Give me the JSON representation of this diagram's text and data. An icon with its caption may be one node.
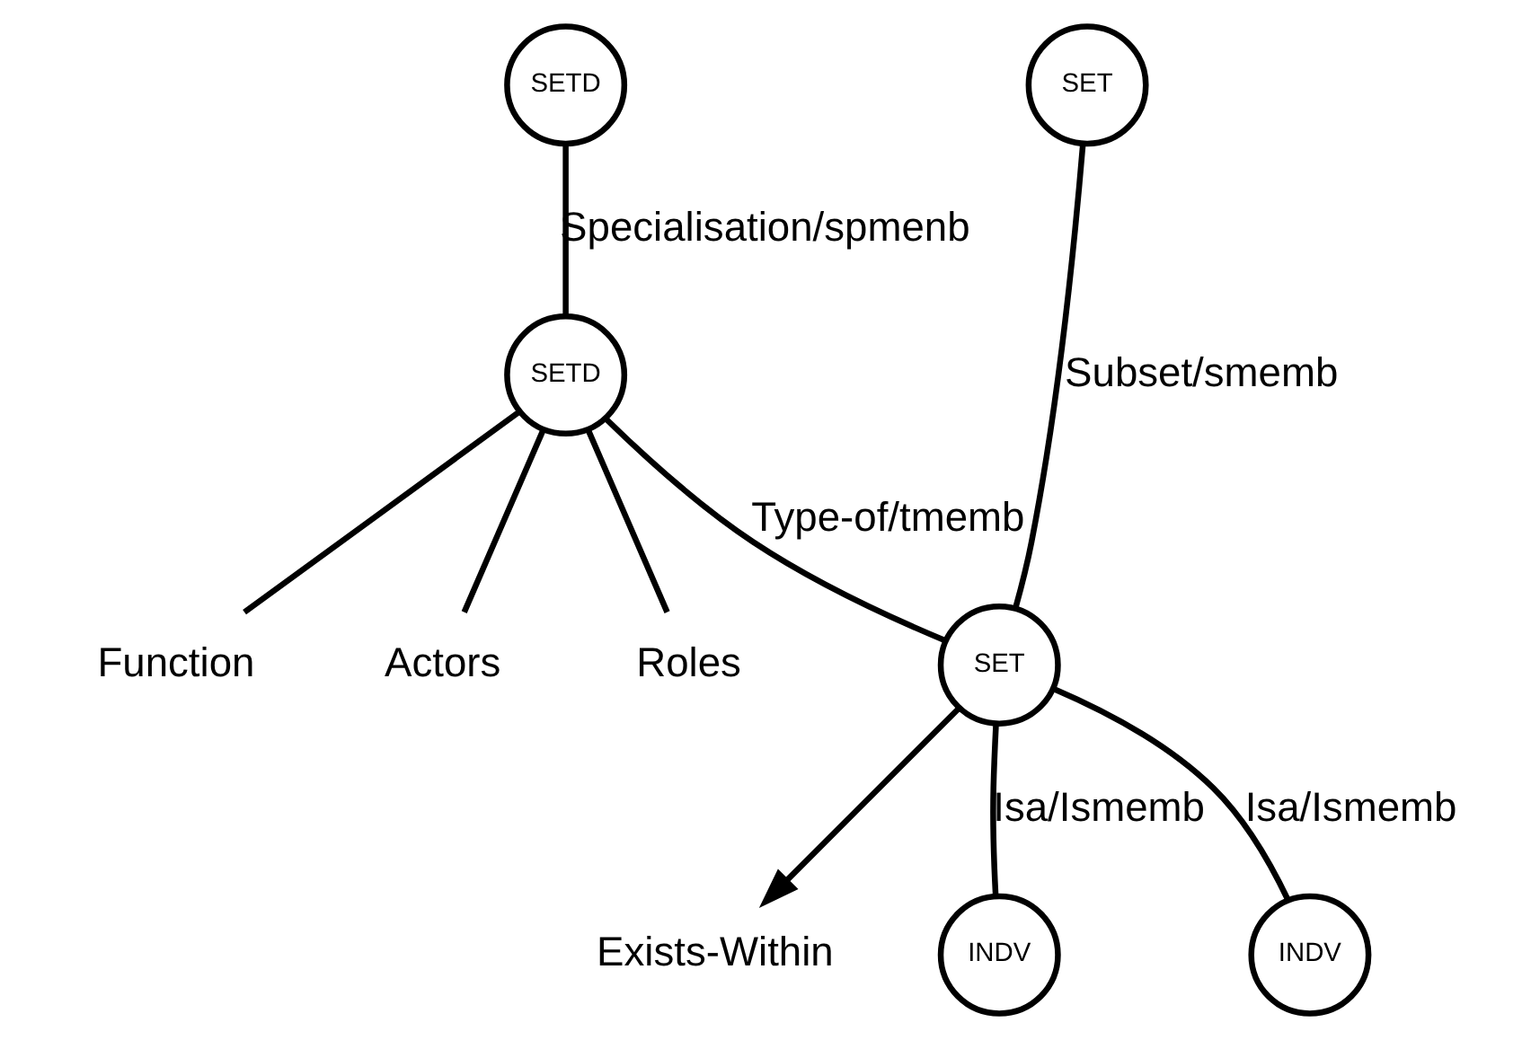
{
  "diagram": {
    "nodes": [
      {
        "text": [
          "SETD"
        ]
      },
      {
        "text": [
          "SET"
        ]
      },
      {
        "text": [
          "SETD"
        ]
      },
      {
        "text": [
          "Function"
        ]
      },
      {
        "text": [
          "Actors"
        ]
      },
      {
        "text": [
          "Roles"
        ]
      },
      {
        "text": [
          "SET"
        ]
      },
      {
        "text": [
          "Exists-Within"
        ]
      },
      {
        "text": [
          "INDV"
        ]
      },
      {
        "text": [
          "INDV"
        ]
      }
    ],
    "edges": [
      {
        "from": 0,
        "to": 2,
        "arrow": "none",
        "label": "Specialisation/spmenb"
      },
      {
        "from": 1,
        "to": 6,
        "arrow": "none",
        "label": "Subset/smemb"
      },
      {
        "from": 2,
        "to": 6,
        "arrow": "none",
        "label": "Type-of/tmemb"
      },
      {
        "from": 2,
        "to": 3,
        "arrow": "none"
      },
      {
        "from": 2,
        "to": 4,
        "arrow": "none"
      },
      {
        "from": 2,
        "to": 5,
        "arrow": "none"
      },
      {
        "from": 6,
        "to": 7,
        "arrow": "to"
      },
      {
        "from": 6,
        "to": 8,
        "arrow": "none",
        "label": "Isa/Ismemb"
      },
      {
        "from": 6,
        "to": 9,
        "arrow": "none",
        "label": "Isa/Ismemb"
      }
    ]
  }
}
